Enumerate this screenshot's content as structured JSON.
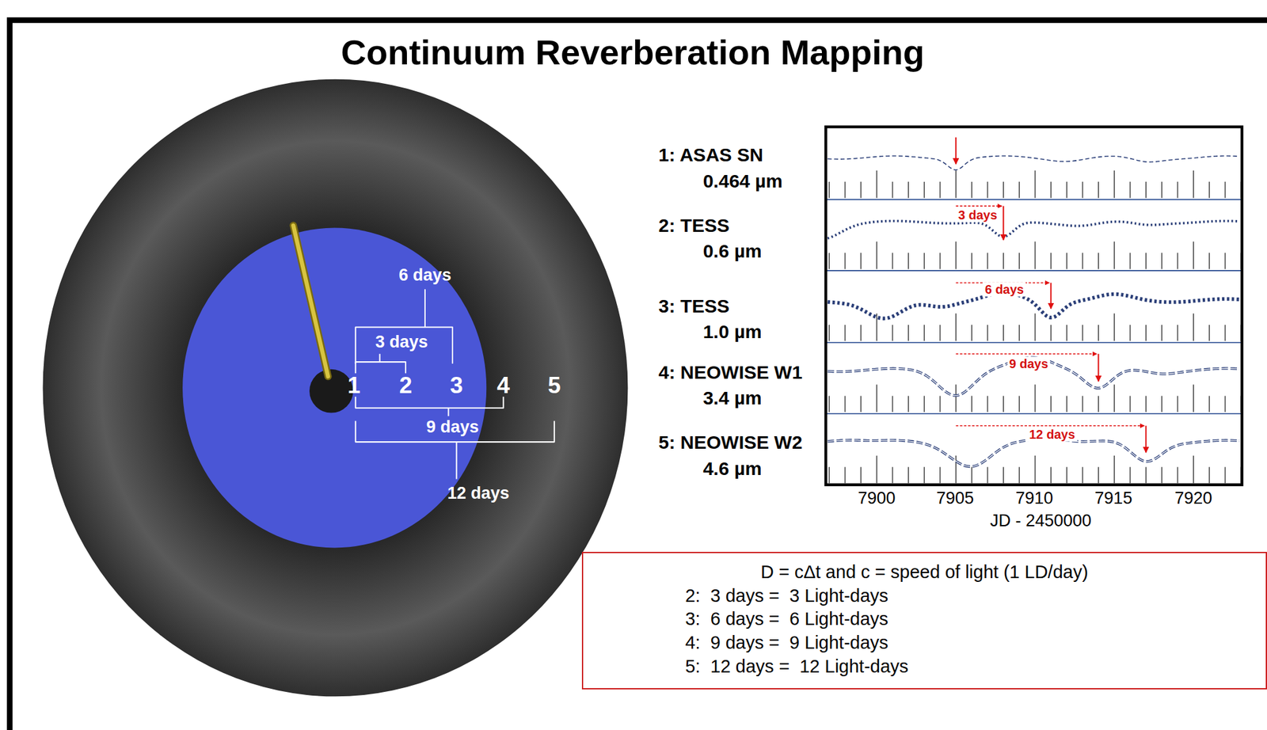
{
  "diagram": {
    "title": "Continuum Reverberation Mapping",
    "nodes": [
      {
        "text": [
          "D = cΔt and c = speed of light (1 LD/day)",
          "2:  3 days =  3 Light-days",
          "3:  6 days =  6 Light-days",
          "4:  9 days =  9 Light-days",
          "5:  12 days =  12 Light-days"
        ]
      }
    ],
    "labels": [
      "1",
      "2",
      "3",
      "4",
      "5",
      "6 days",
      "3 days",
      "9 days",
      "12 days",
      "1: ASAS SN",
      "0.464 µm",
      "2: TESS",
      "0.6 µm",
      "3: TESS",
      "1.0 µm",
      "4: NEOWISE W1",
      "3.4 µm",
      "5: NEOWISE W2",
      "4.6 µm",
      "3 days",
      "6 days",
      "9 days",
      "12 days",
      "7900",
      "7905",
      "7910",
      "7915",
      "7920",
      "JD - 2450000"
    ]
  }
}
